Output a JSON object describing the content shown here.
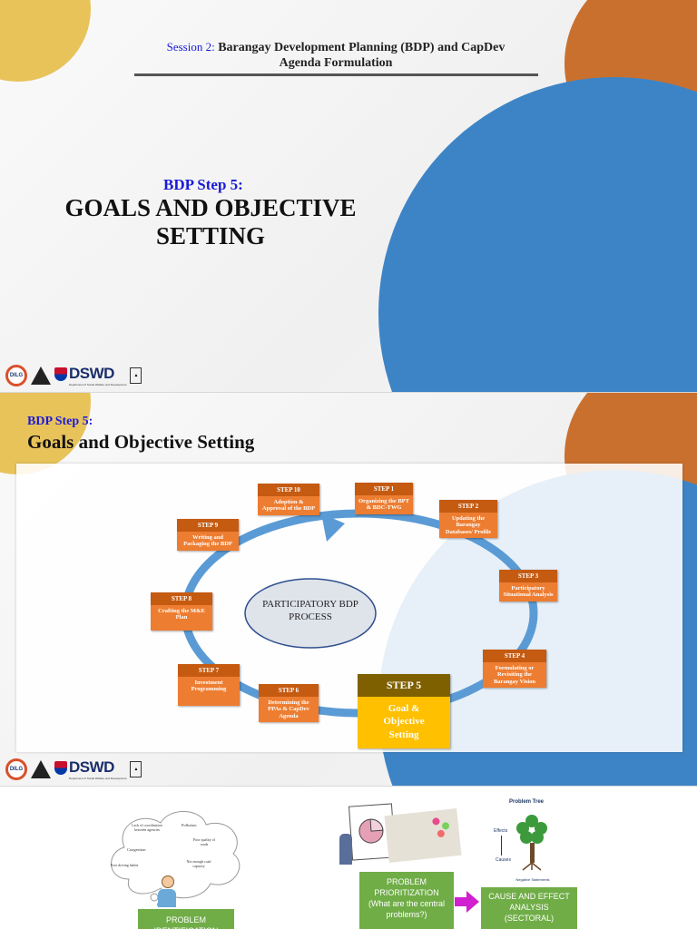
{
  "slide1": {
    "session_label": "Session 2:",
    "session_title": "Barangay Development Planning (BDP) and CapDev",
    "session_title_line2": "Agenda Formulation",
    "step_label": "BDP Step 5:",
    "title_line1": "GOALS AND OBJECTIVE",
    "title_line2": "SETTING"
  },
  "slide2": {
    "step_label": "BDP Step 5:",
    "title": "Goals and Objective Setting",
    "center_line1": "PARTICIPATORY BDP",
    "center_line2": "PROCESS",
    "steps": [
      {
        "head": "STEP 1",
        "body": "Organizing the BPT & BDC-TWG"
      },
      {
        "head": "STEP 2",
        "body": "Updating the Barangay Databases/ Profile"
      },
      {
        "head": "STEP 3",
        "body": "Participatory Situational Analysis"
      },
      {
        "head": "STEP 4",
        "body": "Formulating or Revisiting the Barangay Vision"
      },
      {
        "head": "STEP 5",
        "body": "Goal & Objective Setting"
      },
      {
        "head": "STEP 6",
        "body": "Determining the PPAs & CapDev Agenda"
      },
      {
        "head": "STEP 7",
        "body": "Investment Programming"
      },
      {
        "head": "STEP 8",
        "body": "Crafting the M&E Plan"
      },
      {
        "head": "STEP 9",
        "body": "Writing and Packaging the BDP"
      },
      {
        "head": "STEP 10",
        "body": "Adoption & Approval of the BDP"
      }
    ]
  },
  "slide3": {
    "problem_identification": "PROBLEM IDENTIFICATION",
    "problem_prioritization": "PROBLEM PRIORITIZATION",
    "prioritization_question": "(What are the central problems?)",
    "cause_effect": "CAUSE AND EFFECT ANALYSIS",
    "cause_effect_sub": "(SECTORAL)",
    "tree_title": "Problem Tree",
    "tree_effects": "Effects",
    "tree_causes": "Causes",
    "tree_negative": "Negative Statements",
    "bubbles": [
      "Lack of coordination between agencies",
      "Pollution",
      "Poor quality of roads",
      "Congestion",
      "Poor driving habits",
      "Not enough road capacity"
    ]
  },
  "logos": {
    "dswd": "DSWD",
    "dilg": "DILG",
    "dswd_sub": "Department of Social Welfare and Development"
  },
  "colors": {
    "blue_circle": "#3d84c6",
    "orange_circle": "#c9702f",
    "yellow_circle": "#e8c35a",
    "step_orange": "#ed7d31",
    "step_header": "#c55a11",
    "step5_gold": "#ffc000",
    "green_box": "#70ad47",
    "arrow_blue": "#5b9bd5"
  }
}
